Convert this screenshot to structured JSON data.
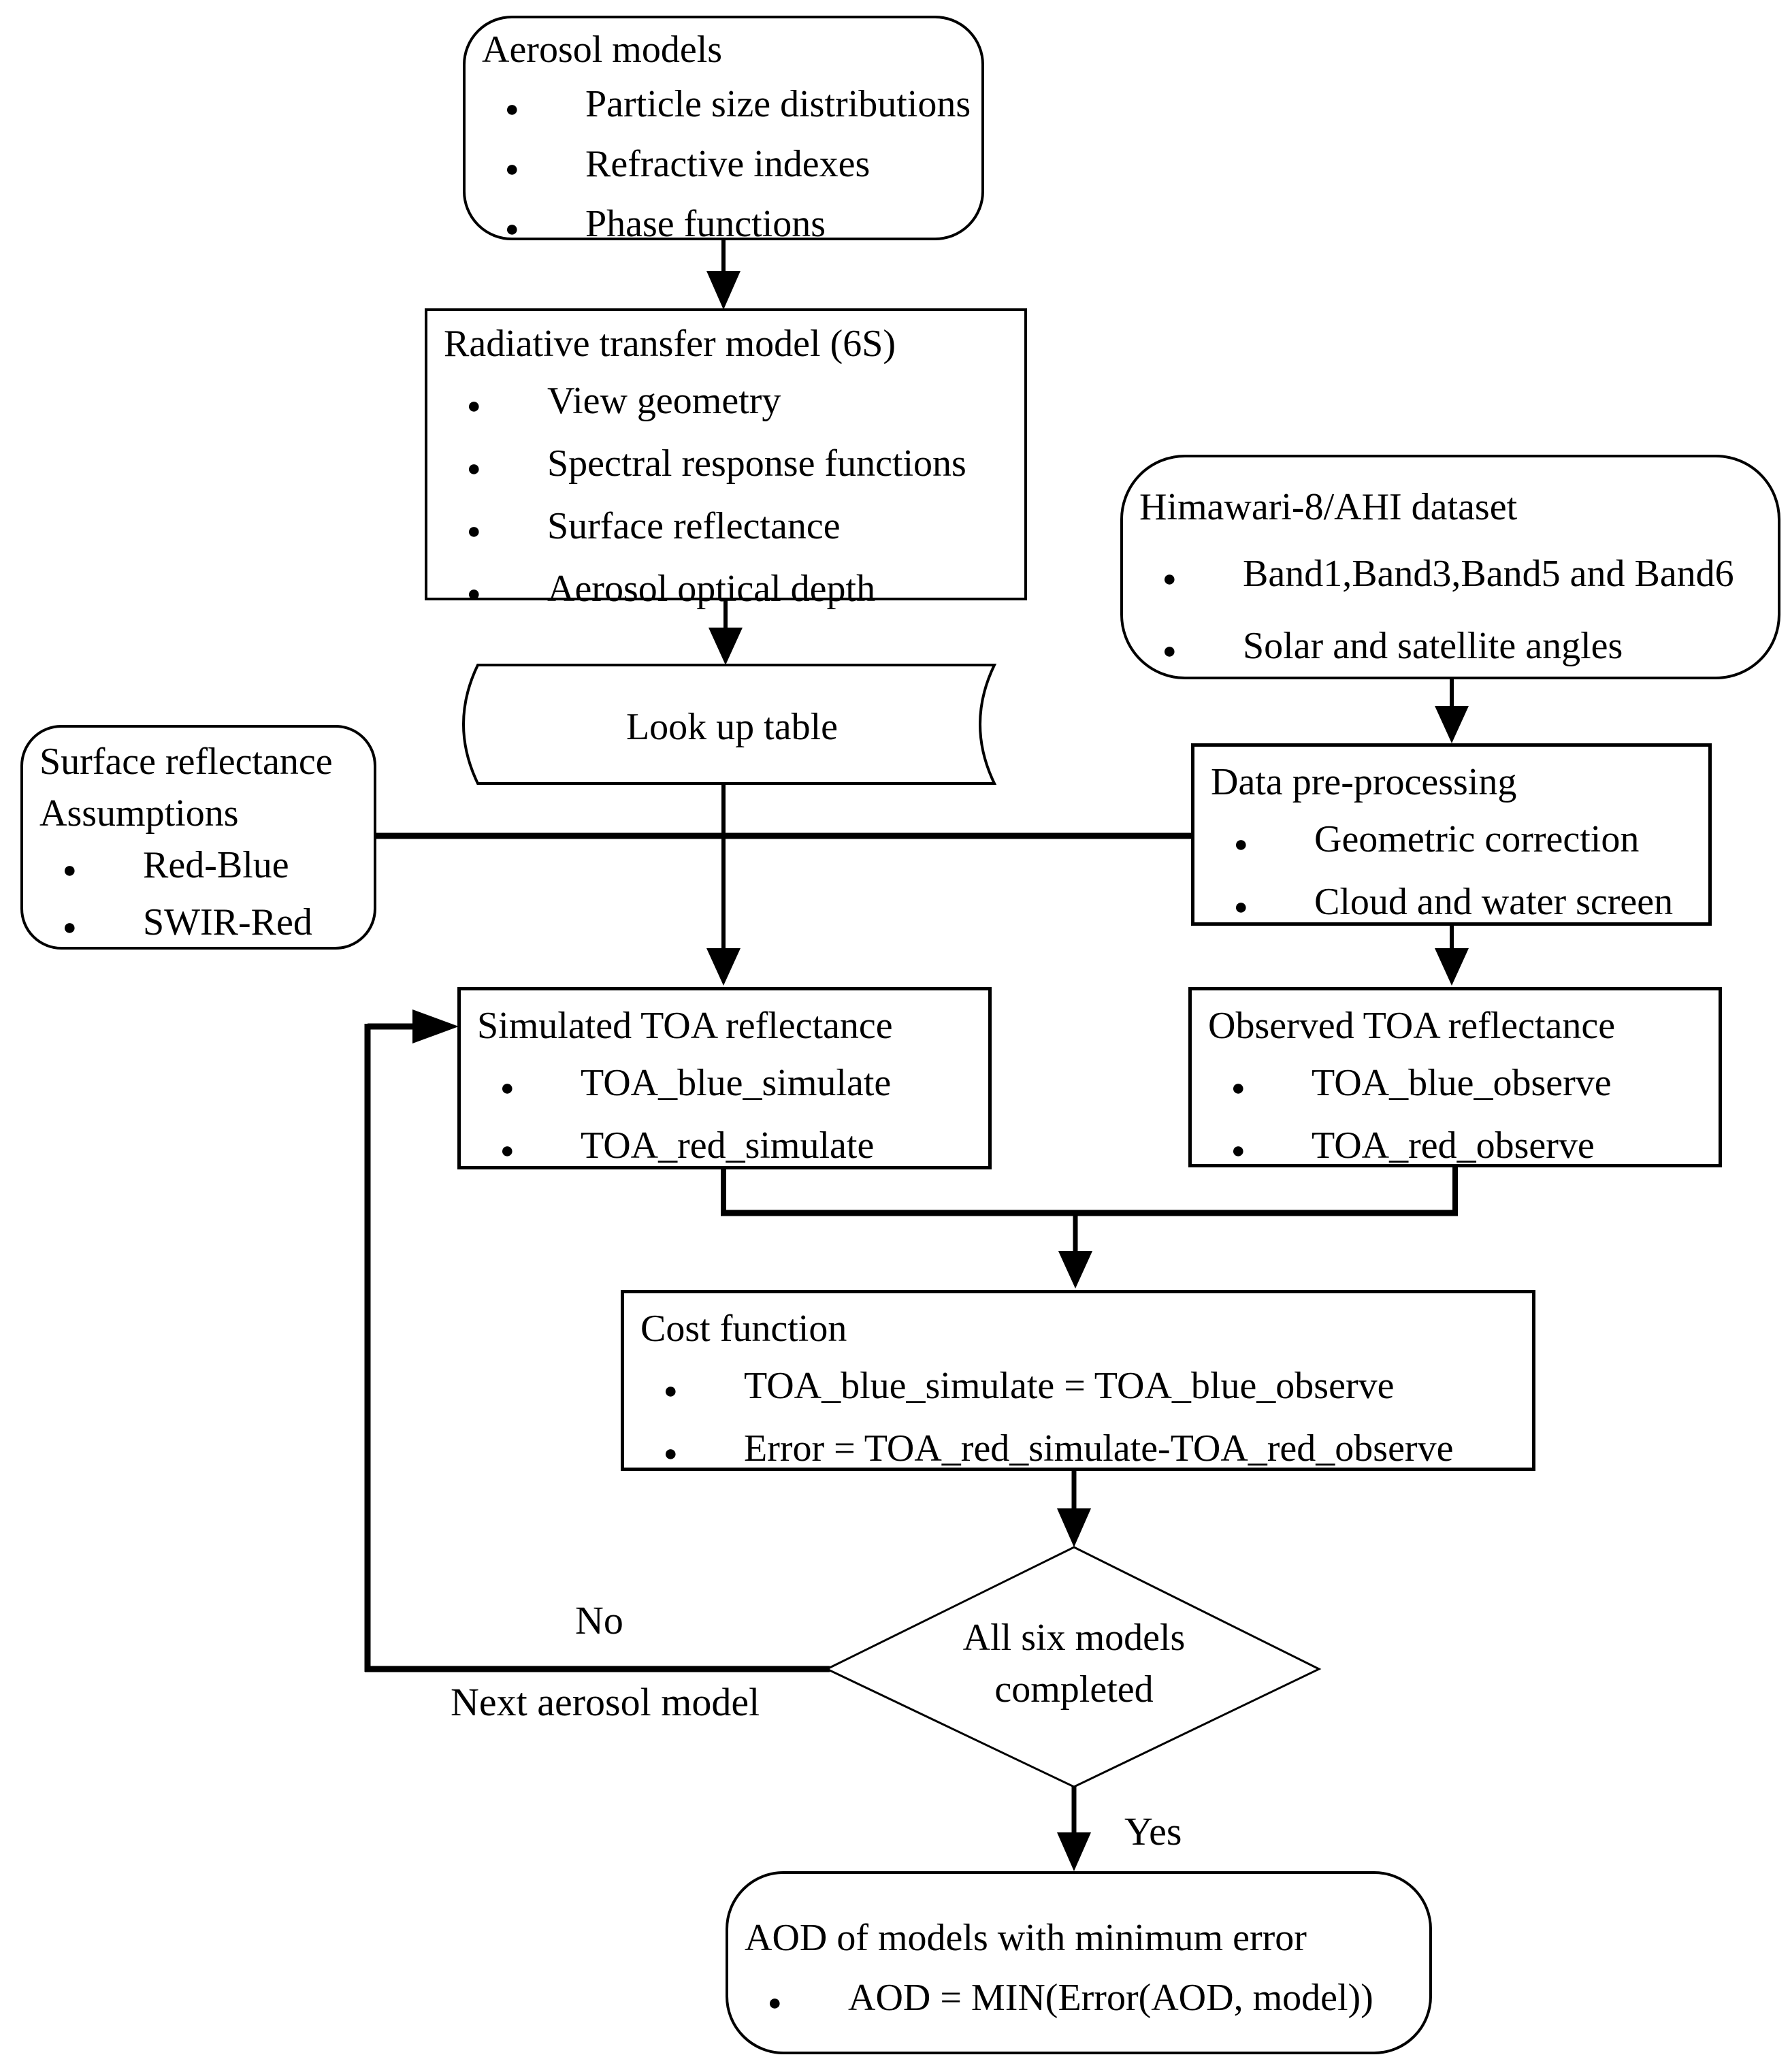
{
  "colors": {
    "line": "#000000",
    "background": "#ffffff",
    "text": "#000000"
  },
  "nodes": {
    "aerosol_models": {
      "title": "Aerosol models",
      "items": [
        "Particle size distributions",
        "Refractive indexes",
        "Phase functions"
      ]
    },
    "radiative_transfer": {
      "title": "Radiative transfer model (6S)",
      "items": [
        "View geometry",
        "Spectral response functions",
        "Surface reflectance",
        "Aerosol optical depth"
      ]
    },
    "himawari_dataset": {
      "title": "Himawari-8/AHI dataset",
      "items": [
        "Band1,Band3,Band5 and Band6",
        "Solar and satellite angles"
      ]
    },
    "lookup_table": {
      "title": "Look up table"
    },
    "surface_assumptions": {
      "title": "Surface reflectance Assumptions",
      "items": [
        "Red-Blue",
        "SWIR-Red"
      ]
    },
    "data_preprocessing": {
      "title": "Data pre-processing",
      "items": [
        "Geometric correction",
        "Cloud and water screen"
      ]
    },
    "simulated_toa": {
      "title": "Simulated TOA reflectance",
      "items": [
        "TOA_blue_simulate",
        "TOA_red_simulate"
      ]
    },
    "observed_toa": {
      "title": "Observed TOA reflectance",
      "items": [
        "TOA_blue_observe",
        "TOA_red_observe"
      ]
    },
    "cost_function": {
      "title": "Cost function",
      "items": [
        "TOA_blue_simulate = TOA_blue_observe",
        "Error = TOA_red_simulate-TOA_red_observe"
      ]
    },
    "decision": {
      "title": "All six models completed"
    },
    "aod_result": {
      "title": "AOD of models with minimum error",
      "items": [
        "AOD = MIN(Error(AOD, model))"
      ]
    }
  },
  "edge_labels": {
    "no": "No",
    "next_model": "Next aerosol model",
    "yes": "Yes"
  }
}
